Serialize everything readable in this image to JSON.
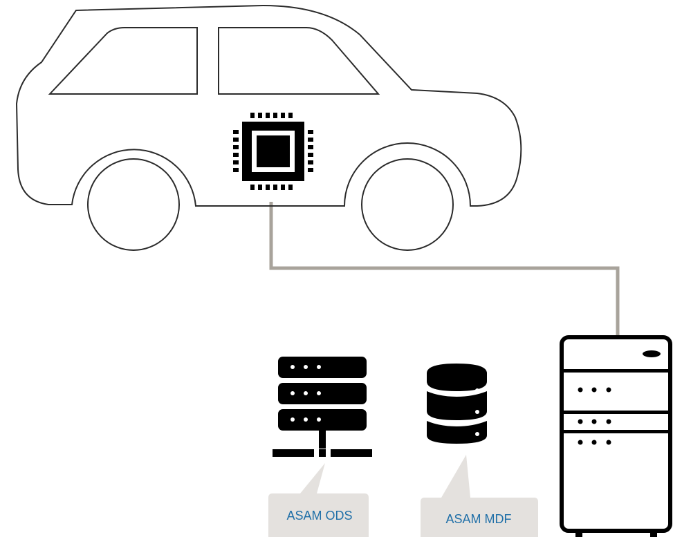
{
  "colors": {
    "outline": "#2b2b2b",
    "icon_fill": "#000000",
    "connector": "#a8a39b",
    "callout_bg": "#e4e1de",
    "callout_text": "#1f6fa8"
  },
  "nodes": {
    "vehicle": {
      "icon": "car-icon"
    },
    "ecu": {
      "icon": "chip-icon"
    },
    "logger": {
      "icon": "data-logger-tower-icon"
    },
    "ods_server": {
      "icon": "network-server-icon",
      "label": "ASAM ODS"
    },
    "mdf_database": {
      "icon": "database-icon",
      "label": "ASAM MDF"
    }
  },
  "edges": [
    {
      "from": "ecu",
      "to": "logger"
    }
  ]
}
